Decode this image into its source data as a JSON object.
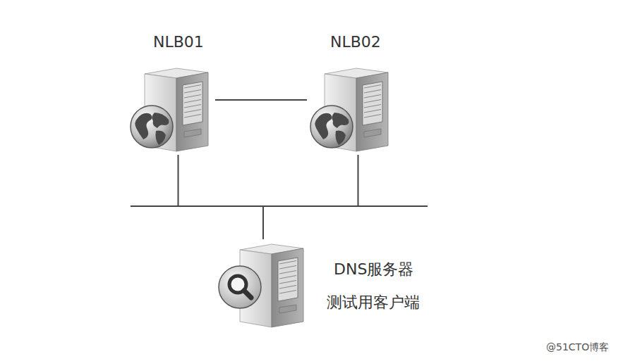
{
  "diagram": {
    "nodes": [
      {
        "text": [
          "NLB01"
        ]
      },
      {
        "text": [
          "NLB02"
        ]
      },
      {
        "text": [
          "DNS服务器",
          "测试用客户端"
        ]
      }
    ],
    "edges": [
      {
        "from": 0,
        "to": 1,
        "arrow": "none"
      },
      {
        "from": 0,
        "to": 2,
        "arrow": "none"
      },
      {
        "from": 1,
        "to": 2,
        "arrow": "none"
      }
    ],
    "labels": [
      "@51CTO博客"
    ]
  }
}
